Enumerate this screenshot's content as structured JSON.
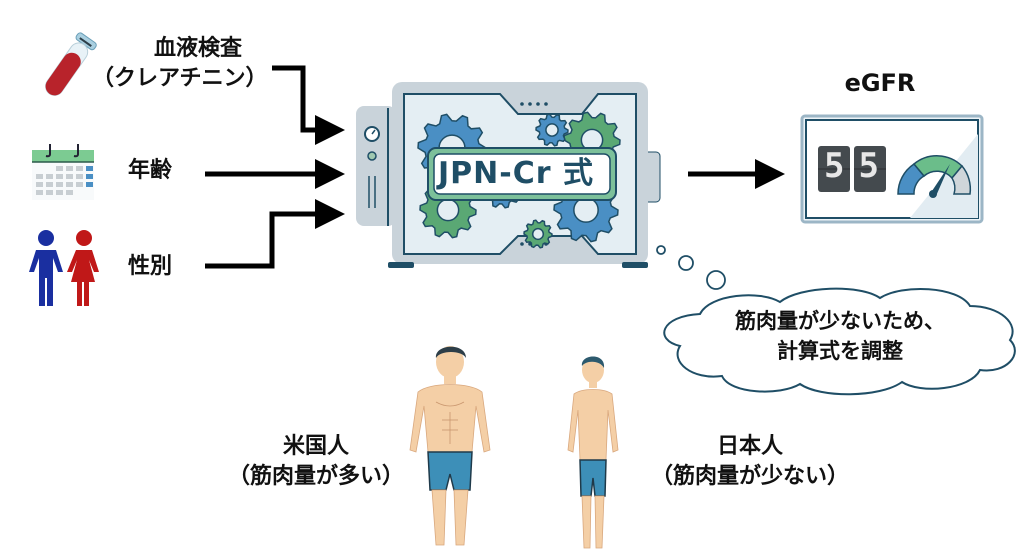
{
  "inputs": [
    {
      "id": "blood",
      "label_line1": "血液検査",
      "label_line2": "（クレアチニン）",
      "icon": "test-tube-icon"
    },
    {
      "id": "age",
      "label": "年齢",
      "icon": "calendar-icon"
    },
    {
      "id": "sex",
      "label": "性別",
      "icon": "male-female-icon"
    }
  ],
  "formula": {
    "label": "JPN-Cr 式",
    "icon": "gears-machine-icon"
  },
  "output": {
    "title": "eGFR",
    "display_value": "55",
    "icon": "gauge-icon"
  },
  "thought": {
    "line1": "筋肉量が少ないため、",
    "line2": "計算式を調整"
  },
  "comparison": [
    {
      "name": "米国人",
      "note": "（筋肉量が多い）",
      "icon": "muscular-man-icon"
    },
    {
      "name": "日本人",
      "note": "（筋肉量が少ない）",
      "icon": "slim-man-icon"
    }
  ],
  "colors": {
    "accent_blue": "#4a8fc4",
    "accent_green": "#5aa874",
    "dark_navy": "#1f4e66",
    "panel_grey": "#c9d3da",
    "male_blue": "#1a2fa0",
    "female_red": "#c01818",
    "shorts_blue": "#3d8fb8",
    "skin": "#f4cfa6"
  }
}
